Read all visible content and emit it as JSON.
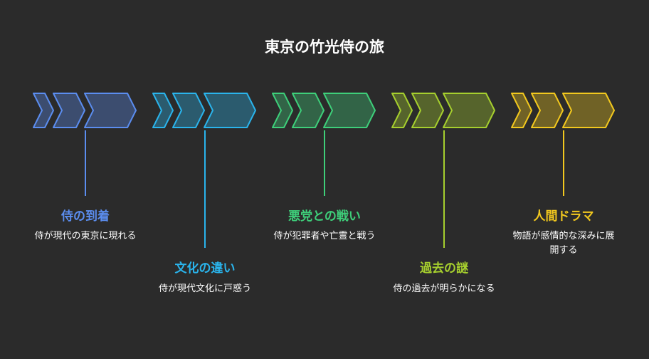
{
  "title": "東京の竹光侍の旅",
  "stages": [
    {
      "title": "侍の到着",
      "description": "侍が現代の東京に現れる",
      "color": "#5b8def"
    },
    {
      "title": "文化の違い",
      "description": "侍が現代文化に戸惑う",
      "color": "#2ab4ec"
    },
    {
      "title": "悪党との戦い",
      "description": "侍が犯罪者や亡霊と戦う",
      "color": "#3ecf7a"
    },
    {
      "title": "過去の謎",
      "description": "侍の過去が明らかになる",
      "color": "#a6cf2e"
    },
    {
      "title": "人間ドラマ",
      "description": "物語が感情的な深みに展開する",
      "color": "#f2c81e"
    }
  ]
}
